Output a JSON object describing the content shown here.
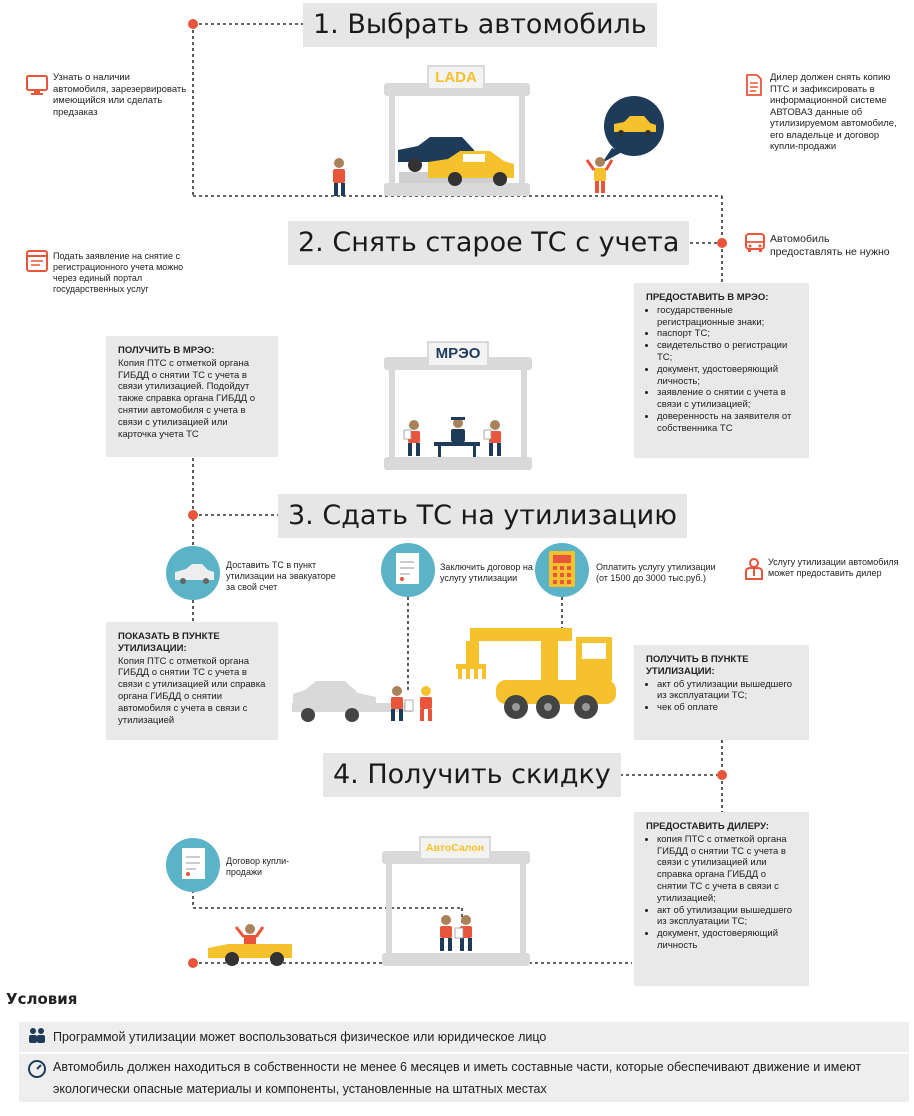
{
  "steps": [
    {
      "title": "1. Выбрать автомобиль"
    },
    {
      "title": "2. Снять старое ТС с учета"
    },
    {
      "title": "3. Сдать ТС на утилизацию"
    },
    {
      "title": "4. Получить скидку"
    }
  ],
  "signs": {
    "lada": "LADA",
    "mreo": "МРЭО",
    "avtosalon": "АвтоСалон"
  },
  "step1": {
    "left_note": "Узнать о наличии автомобиля, зарезервировать имеющийся или сделать предзаказ",
    "right_note": "Дилер должен снять копию ПТС и зафиксировать в информационной системе АВТОВАЗ данные об утилизируемом автомобиле, его владельце и договор купли-продажи"
  },
  "step2": {
    "left_note": "Подать заявление на снятие с регистрационного учета можно через единый портал государственных услуг",
    "right_note": "Автомобиль предоставлять не нужно",
    "receive_box": {
      "heading": "ПОЛУЧИТЬ В МРЭО:",
      "text": "Копия ПТС с отметкой органа ГИБДД о снятии ТС с учета в связи утилизацией. Подойдут также справка органа ГИБДД о снятии автомобиля с учета в связи с утилизацией или карточка учета ТС"
    },
    "provide_box": {
      "heading": "ПРЕДОСТАВИТЬ В МРЭО:",
      "items": [
        "государственные регистрационные знаки;",
        "паспорт ТС;",
        "свидетельство о регистрации ТС;",
        "документ, удостоверяющий личность;",
        "заявление о снятии с учета в связи с утилизацией;",
        "доверенность на заявителя от собственника ТС"
      ]
    }
  },
  "step3": {
    "deliver_note": "Доставить ТС в пункт утилизации на эвакуаторе за свой счет",
    "contract_note": "Заключить договор на услугу утилизации",
    "pay_note": "Оплатить услугу утилизации (от 1500 до 3000 тыс.руб.)",
    "dealer_note": "Услугу утилизации автомобиля может предоставить дилер",
    "show_box": {
      "heading": "ПОКАЗАТЬ В ПУНКТЕ УТИЛИЗАЦИИ:",
      "text": "Копия ПТС с отметкой органа ГИБДД о снятии ТС с учета в связи с утилизацией или справка органа ГИБДД о снятии автомобиля с учета в связи с утилизацией"
    },
    "receive_box": {
      "heading": "ПОЛУЧИТЬ В ПУНКТЕ УТИЛИЗАЦИИ:",
      "items": [
        "акт об утилизации вышедшего из эксплуатации ТС;",
        "чек об оплате"
      ]
    }
  },
  "step4": {
    "contract_note": "Договор купли-продажи",
    "provide_box": {
      "heading": "ПРЕДОСТАВИТЬ ДИЛЕРУ:",
      "items": [
        "копия ПТС с отметкой органа ГИБДД о снятии ТС с учета в связи с утилизацией или справка органа ГИБДД о снятии ТС с учета в связи с утилизацией;",
        "акт об утилизации вышедшего из эксплуатации ТС;",
        "документ, удостоверяющий личность"
      ]
    }
  },
  "conditions": {
    "title": "Условия",
    "items": [
      "Программой утилизации может воспользоваться физическое или юридическое лицо",
      "Автомобиль должен находиться в собственности не менее 6 месяцев и иметь составные части, которые обеспечивают движение и имеют экологически опасные материалы и компоненты, установленные на штатных местах"
    ]
  },
  "colors": {
    "accent": "#e8553b",
    "yellow": "#f5c22d",
    "teal": "#5bb3c8",
    "navy": "#1f3b5a",
    "grey": "#e6e6e6",
    "line": "#333333"
  }
}
